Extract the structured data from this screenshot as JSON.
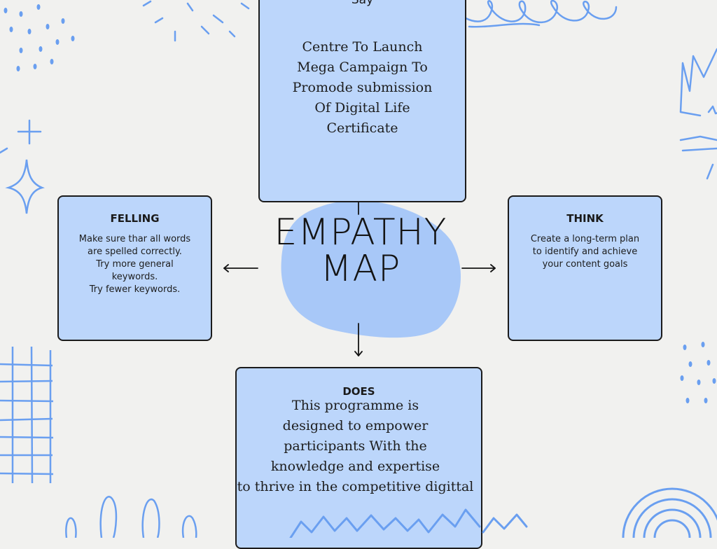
{
  "center": {
    "title": "EMPATHY\nMAP"
  },
  "say": {
    "heading": "Say",
    "body": "Centre To Launch\nMega Campaign To\nPromode submission\nOf Digital Life\nCertificate"
  },
  "feeling": {
    "heading": "FELLING",
    "body": "Make sure thar all words\nare spelled correctly.\nTry more general\nkeywords.\nTry fewer keywords."
  },
  "think": {
    "heading": "THINK",
    "body": "Create a long-term plan\nto identify and achieve\nyour content goals"
  },
  "does": {
    "heading": "DOES",
    "body": "This programme is\ndesigned to empower\nparticipants With the\nknowledge and expertise\nto thrive  in the competitive digittal"
  },
  "colors": {
    "background": "#f1f1ef",
    "card_fill": "#bcd6fb",
    "blob": "#a8c8f8",
    "doodle": "#6a9ff0",
    "border": "#1b1b1b"
  }
}
